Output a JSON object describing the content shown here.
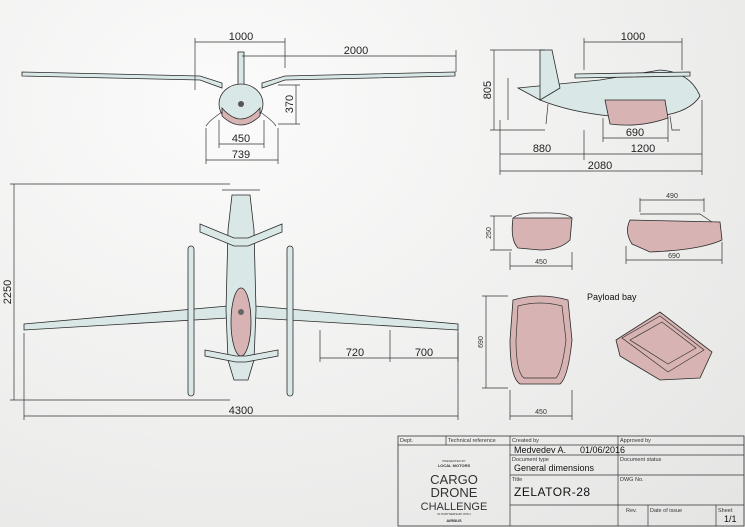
{
  "dimensions": {
    "front_top_left": "1000",
    "front_top_right": "2000",
    "front_height": "370",
    "front_width_inner": "450",
    "front_width_outer": "739",
    "side_top": "1000",
    "side_height": "805",
    "side_bay": "690",
    "side_left": "880",
    "side_right": "1200",
    "side_total": "2080",
    "top_span": "4300",
    "top_length": "2250",
    "top_wing_inner": "720",
    "top_wing_outer": "700",
    "bay_side_height": "250",
    "bay_side_width": "450",
    "bay_iso_top": "490",
    "bay_iso_len": "690",
    "bay_top_height": "690",
    "bay_top_width": "450"
  },
  "payload_label": "Payload bay",
  "title_block": {
    "dept_label": "Dept.",
    "tech_ref_label": "Technical reference",
    "created_by_label": "Created by",
    "created_by": "Medvedev A.",
    "date": "01/06/2016",
    "approved_by_label": "Approved by",
    "doc_type_label": "Document type",
    "doc_type": "General dimensions",
    "doc_status_label": "Document status",
    "title_label": "Title",
    "title": "ZELATOR-28",
    "dwg_label": "DWG No.",
    "rev_label": "Rev.",
    "date_issue_label": "Date of issue",
    "sheet_label": "Sheet",
    "sheet": "1/1"
  },
  "logo": {
    "line1": "CARGO",
    "line2": "DRONE",
    "line3": "CHALLENGE",
    "top_text": "PRESENTED BY",
    "top_brand": "LOCAL MOTORS",
    "bottom_text": "IN PARTNERSHIP WITH",
    "bottom_brand": "AIRBUS"
  }
}
